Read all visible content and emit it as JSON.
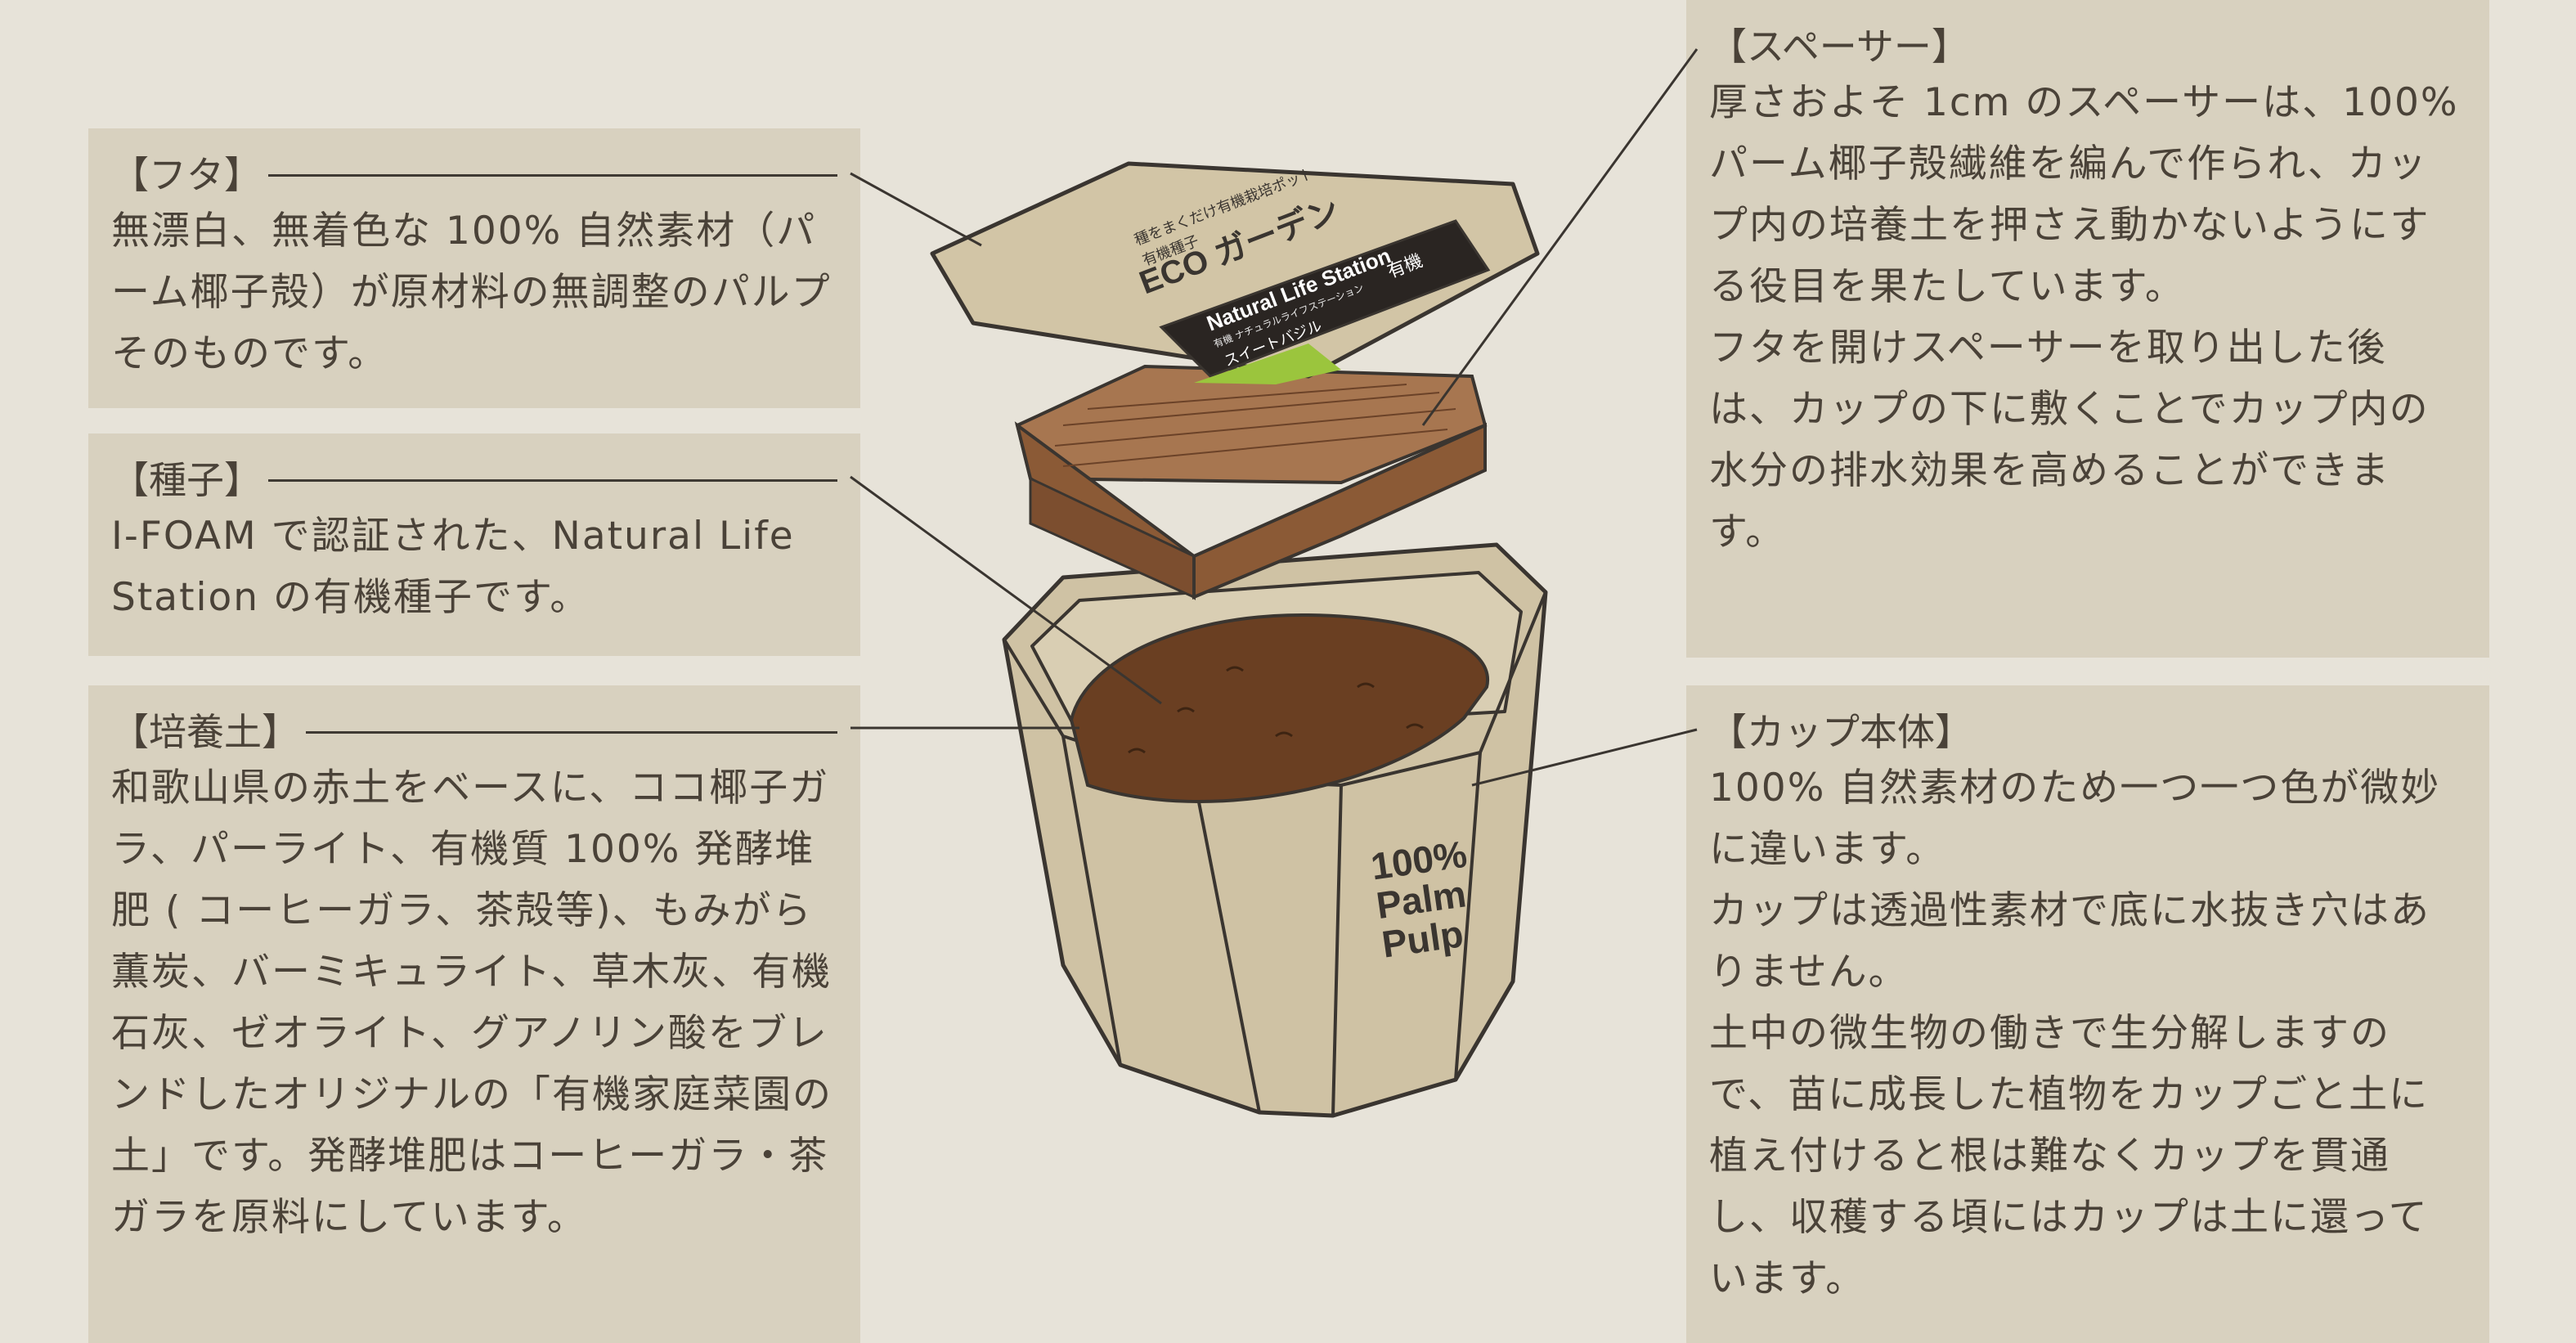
{
  "panels": {
    "futa": {
      "heading": "【フタ】",
      "body": [
        "無漂白、無着色な 100% 自然素材（パーム椰子殻）が原材料の無調整のパルプそのものです。"
      ]
    },
    "shushi": {
      "heading": "【種子】",
      "body": [
        "I-FOAM で認証された、Natural Life Station の有機種子です。"
      ]
    },
    "baiyo": {
      "heading": "【培養土】",
      "body": [
        "和歌山県の赤土をベースに、ココ椰子ガラ、パーライト、有機質 100% 発酵堆肥 ( コーヒーガラ、茶殻等)、もみがら薫炭、バーミキュライト、草木灰、有機石灰、ゼオライト、グアノリン酸をブレンドしたオリジナルの「有機家庭菜園の土」です。発酵堆肥はコーヒーガラ・茶ガラを原料にしています。"
      ]
    },
    "spacer": {
      "heading": "【スペーサー】",
      "body": [
        "厚さおよそ 1cm のスペーサーは、100% パーム椰子殻繊維を編んで作られ、カップ内の培養土を押さえ動かないようにする役目を果たしています。",
        "フタを開けスペーサーを取り出した後は、カップの下に敷くことでカップ内の水分の排水効果を高めることができます。"
      ]
    },
    "cup": {
      "heading": "【カップ本体】",
      "body": [
        "100% 自然素材のため一つ一つ色が微妙に違います。",
        "カップは透過性素材で底に水抜き穴はありません。",
        "土中の微生物の働きで生分解しますので、苗に成長した植物をカップごと土に植え付けると根は難なくカップを貫通し、収穫する頃にはカップは土に還っています。"
      ]
    }
  },
  "product": {
    "lid_text_small": "種をまくだけ有機栽培ポット",
    "lid_text_small2": "有機種子",
    "lid_text_main": "ECO ガーデン",
    "label_title": "Natural Life Station",
    "label_sub": "有機 ナチュラルライフステーション",
    "label_variety": "スイートバジル",
    "label_badge": "有機",
    "cup_print": [
      "100%",
      "Palm",
      "Pulp"
    ]
  },
  "colors": {
    "background": "#e7e3d9",
    "panel": "#d8d1bf",
    "pulp": "#cfc2a4",
    "outline": "#3a3530",
    "soil": "#6a3f22",
    "spacer": "#9a6a43",
    "label_green": "#9bc53d"
  }
}
